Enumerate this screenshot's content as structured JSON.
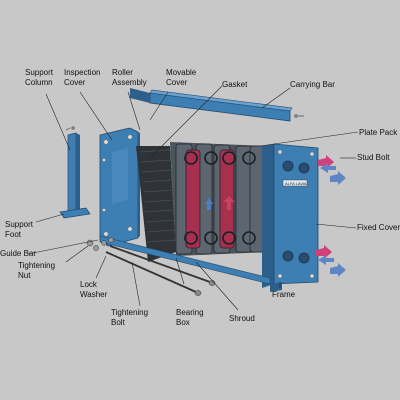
{
  "labels": {
    "support_column": [
      "Support",
      "Column"
    ],
    "inspection_cover": [
      "Inspection",
      "Cover"
    ],
    "roller_assembly": [
      "Roller",
      "Assembly"
    ],
    "movable_cover": [
      "Movable",
      "Cover"
    ],
    "gasket": "Gasket",
    "carrying_bar": "Carrying Bar",
    "plate_pack": "Plate Pack",
    "stud_bolt": "Stud Bolt",
    "fixed_cover": "Fixed Cover",
    "support_foot": [
      "Support",
      "Foot"
    ],
    "guide_bar": "Guide Bar",
    "tightening_nut": [
      "Tightening",
      "Nut"
    ],
    "lock_washer": [
      "Lock",
      "Washer"
    ],
    "tightening_bolt": [
      "Tightening",
      "Bolt"
    ],
    "bearing_box": [
      "Bearing",
      "Box"
    ],
    "shroud": "Shroud",
    "frame": "Frame"
  },
  "nameplate_text": "ALFA LAVAL",
  "colors": {
    "background": "#c8c8c8",
    "frame_blue": "#3e7fb3",
    "frame_blue_dark": "#2c5f8a",
    "plate_gray": "#5d6670",
    "plate_red": "#a8304f",
    "arrow_red": "#d0407a",
    "arrow_blue": "#5f86c4",
    "leader": "#222222"
  }
}
